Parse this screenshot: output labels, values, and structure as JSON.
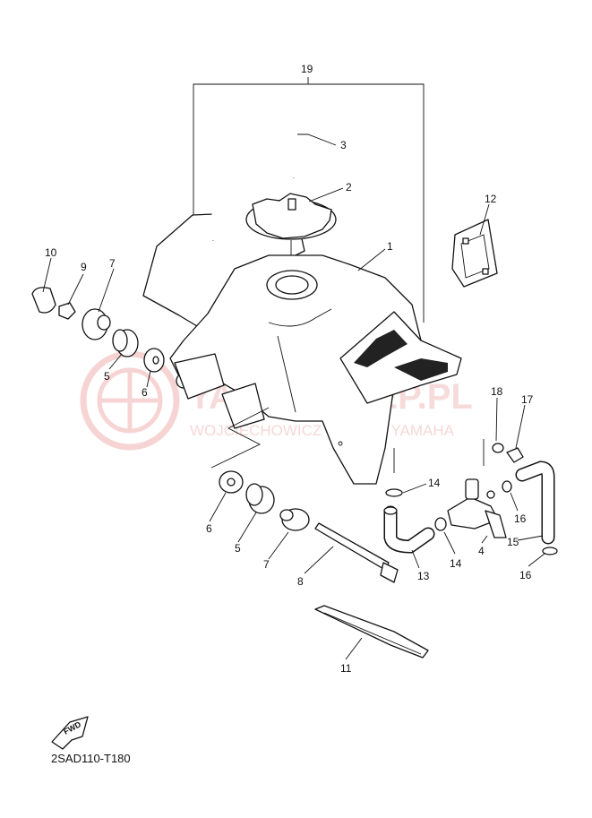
{
  "diagram": {
    "drawing_code": "2SAD110-T180",
    "direction_label": "FWD",
    "watermark_main": "YAMA-SKLEP.PL",
    "watermark_sub": "WOJCIECHOWICZ DEALER YAMAHA",
    "callouts": {
      "c19": "19",
      "c3": "3",
      "c2": "2",
      "c1": "1",
      "c12": "12",
      "c10": "10",
      "c9": "9",
      "c7a": "7",
      "c5a": "5",
      "c6a": "6",
      "c18": "18",
      "c17": "17",
      "c14a": "14",
      "c16a": "16",
      "c15": "15",
      "c14b": "14",
      "c4": "4",
      "c16b": "16",
      "c6b": "6",
      "c5b": "5",
      "c7b": "7",
      "c8": "8",
      "c13": "13",
      "c11": "11"
    }
  }
}
